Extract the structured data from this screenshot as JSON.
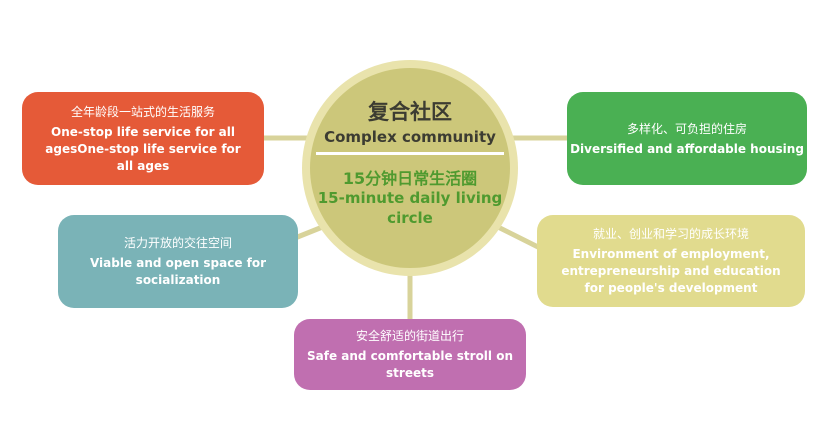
{
  "center": {
    "title_cn": "复合社区",
    "title_en": "Complex community",
    "subtitle_cn": "15分钟日常生活圈",
    "subtitle_en": "15-minute daily living circle"
  },
  "nodes": {
    "one_stop": {
      "label_cn": "全年龄段一站式的生活服务",
      "label_en": "One-stop life service for all agesOne-stop life service for all ages"
    },
    "open_space": {
      "label_cn": "活力开放的交往空间",
      "label_en": "Viable and open space for socialization"
    },
    "streets": {
      "label_cn": "安全舒适的街道出行",
      "label_en": "Safe and comfortable stroll on streets"
    },
    "employment": {
      "label_cn": "就业、创业和学习的成长环境",
      "label_en": "Environment of employment, entrepreneurship and education for people's development"
    },
    "housing": {
      "label_cn": "多样化、可负担的住房",
      "label_en": "Diversified and affordable housing"
    }
  },
  "colors": {
    "center_ring": "#e9e3ac",
    "center_fill": "#ccc77a",
    "center_title": "#3c3c32",
    "center_subtitle": "#4f9a2f",
    "connector": "#d8d39a",
    "one_stop": "#e55a38",
    "open_space": "#7ab3b7",
    "streets": "#c06fb0",
    "employment": "#e1db8e",
    "housing": "#4ab053"
  }
}
